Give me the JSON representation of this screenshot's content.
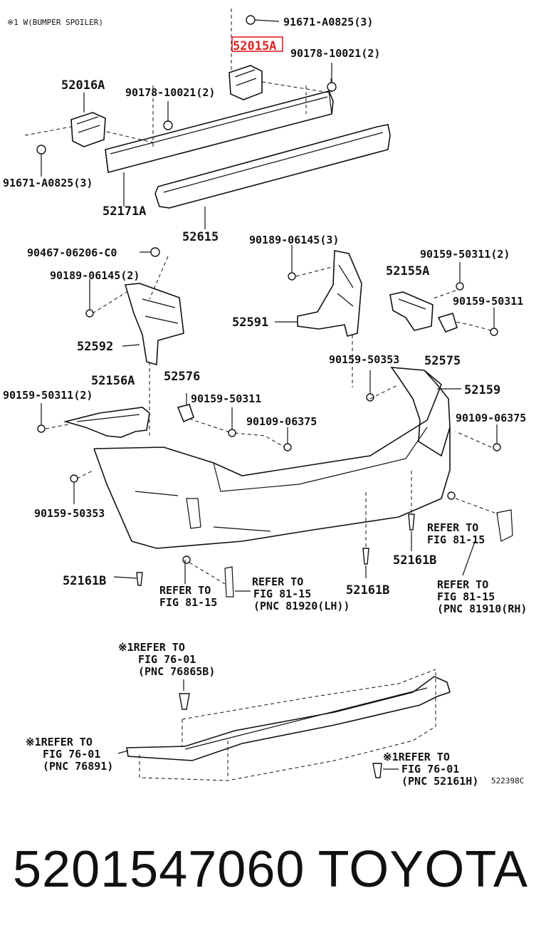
{
  "diagram": {
    "header_note": "※1 W(BUMPER SPOILER)",
    "highlighted_part": "52015A",
    "labels": {
      "top_bolt": "91671-A0825(3)",
      "top_clip_right": "90178-10021(2)",
      "top_retainer_left": "52016A",
      "top_clip_left": "90178-10021(2)",
      "bottom_bolt_left": "91671-A0825(3)",
      "reinforcement": "52171A",
      "absorber": "52615",
      "mid_clip_left": "90467-06206-C0",
      "mid_screw_left": "90189-06145(2)",
      "mid_screw_center": "90189-06145(3)",
      "mid_screw_right": "90159-50311(2)",
      "bracket_right": "52155A",
      "bracket_left": "52592",
      "bracket_center": "52591",
      "screw_right_2": "90159-50311",
      "screw_center_2": "90159-50353",
      "bracket_small_right": "52575",
      "cover": "52159",
      "left_bracket_2": "52156A",
      "clip_576": "52576",
      "screw_left_3": "90159-50311(2)",
      "screw_center_3": "90159-50311",
      "screw_center_4": "90109-06375",
      "screw_right_4": "90109-06375",
      "screw_left_4": "90159-50353",
      "pin_left": "52161B",
      "pin_center": "52161B",
      "pin_right": "52161B",
      "refer_left": [
        "REFER TO",
        "FIG 81-15"
      ],
      "refer_center": [
        "REFER TO",
        "FIG 81-15",
        "(PNC 81920(LH))"
      ],
      "refer_top_right": [
        "REFER TO",
        "FIG 81-15"
      ],
      "refer_right": [
        "REFER TO",
        "FIG 81-15",
        "(PNC 81910(RH)"
      ],
      "spoiler_ref_top": [
        "※1REFER TO",
        "FIG 76-01",
        "(PNC 76865B)"
      ],
      "spoiler_ref_left": [
        "※1REFER TO",
        "FIG 76-01",
        "(PNC 76891)"
      ],
      "spoiler_ref_right": [
        "※1REFER TO",
        "FIG 76-01",
        "(PNC 52161H)"
      ],
      "diagram_code": "522398C"
    }
  },
  "footer": {
    "part_number": "5201547060",
    "brand": "TOYOTA"
  }
}
